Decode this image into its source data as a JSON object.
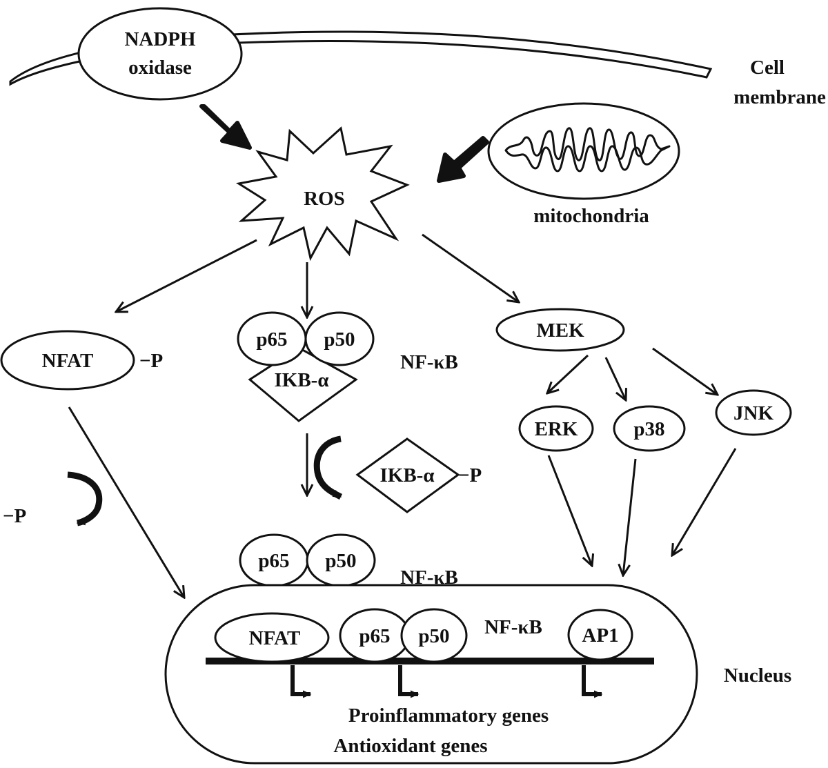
{
  "labels": {
    "nadph_line1": "NADPH",
    "nadph_line2": "oxidase",
    "cell_line1": "Cell",
    "cell_line2": "membrane",
    "ros": "ROS",
    "mitochondria": "mitochondria",
    "nfat": "NFAT",
    "nfat_p": "−P",
    "p65": "p65",
    "p50": "p50",
    "ikb": "IKB-α",
    "nfkb": "NF-κB",
    "mek": "MEK",
    "erk": "ERK",
    "p38": "p38",
    "jnk": "JNK",
    "ikb_p": "IKB-α",
    "ikb_p_suffix": "−P",
    "dephos": "−P",
    "nfat_nuc": "NFAT",
    "ap1": "AP1",
    "nucleus": "Nucleus",
    "genes1": "Proinflammatory genes",
    "genes2": "Antioxidant genes"
  },
  "colors": {
    "ink": "#111111",
    "background": "#ffffff"
  }
}
